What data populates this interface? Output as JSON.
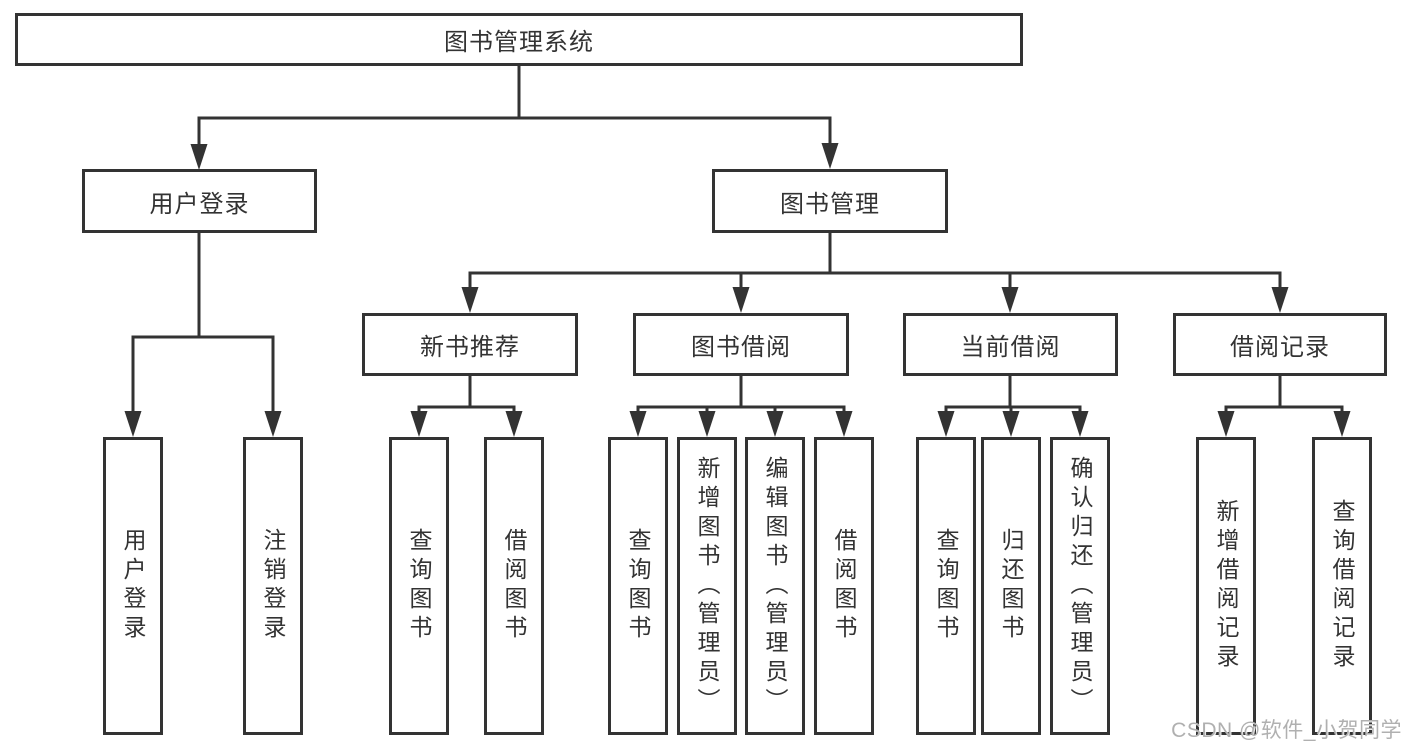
{
  "diagram": {
    "root": {
      "label": "图书管理系统"
    },
    "level2": [
      {
        "label": "用户登录"
      },
      {
        "label": "图书管理"
      }
    ],
    "level3": [
      {
        "label": "新书推荐"
      },
      {
        "label": "图书借阅"
      },
      {
        "label": "当前借阅"
      },
      {
        "label": "借阅记录"
      }
    ],
    "leaves": {
      "user_login": [
        {
          "label": "用户登录"
        },
        {
          "label": "注销登录"
        }
      ],
      "new_book": [
        {
          "label": "查询图书"
        },
        {
          "label": "借阅图书"
        }
      ],
      "book_borrow": [
        {
          "label": "查询图书"
        },
        {
          "label": "新增图书（管理员）"
        },
        {
          "label": "编辑图书（管理员）"
        },
        {
          "label": "借阅图书"
        }
      ],
      "current_borrow": [
        {
          "label": "查询图书"
        },
        {
          "label": "归还图书"
        },
        {
          "label": "确认归还（管理员）"
        }
      ],
      "borrow_record": [
        {
          "label": "新增借阅记录"
        },
        {
          "label": "查询借阅记录"
        }
      ]
    },
    "watermark": "CSDN @软件_小贺同学",
    "colors": {
      "line": "#333333",
      "box_border": "#333333",
      "text": "#333333",
      "watermark": "#b0b0b0",
      "background": "#ffffff"
    }
  }
}
